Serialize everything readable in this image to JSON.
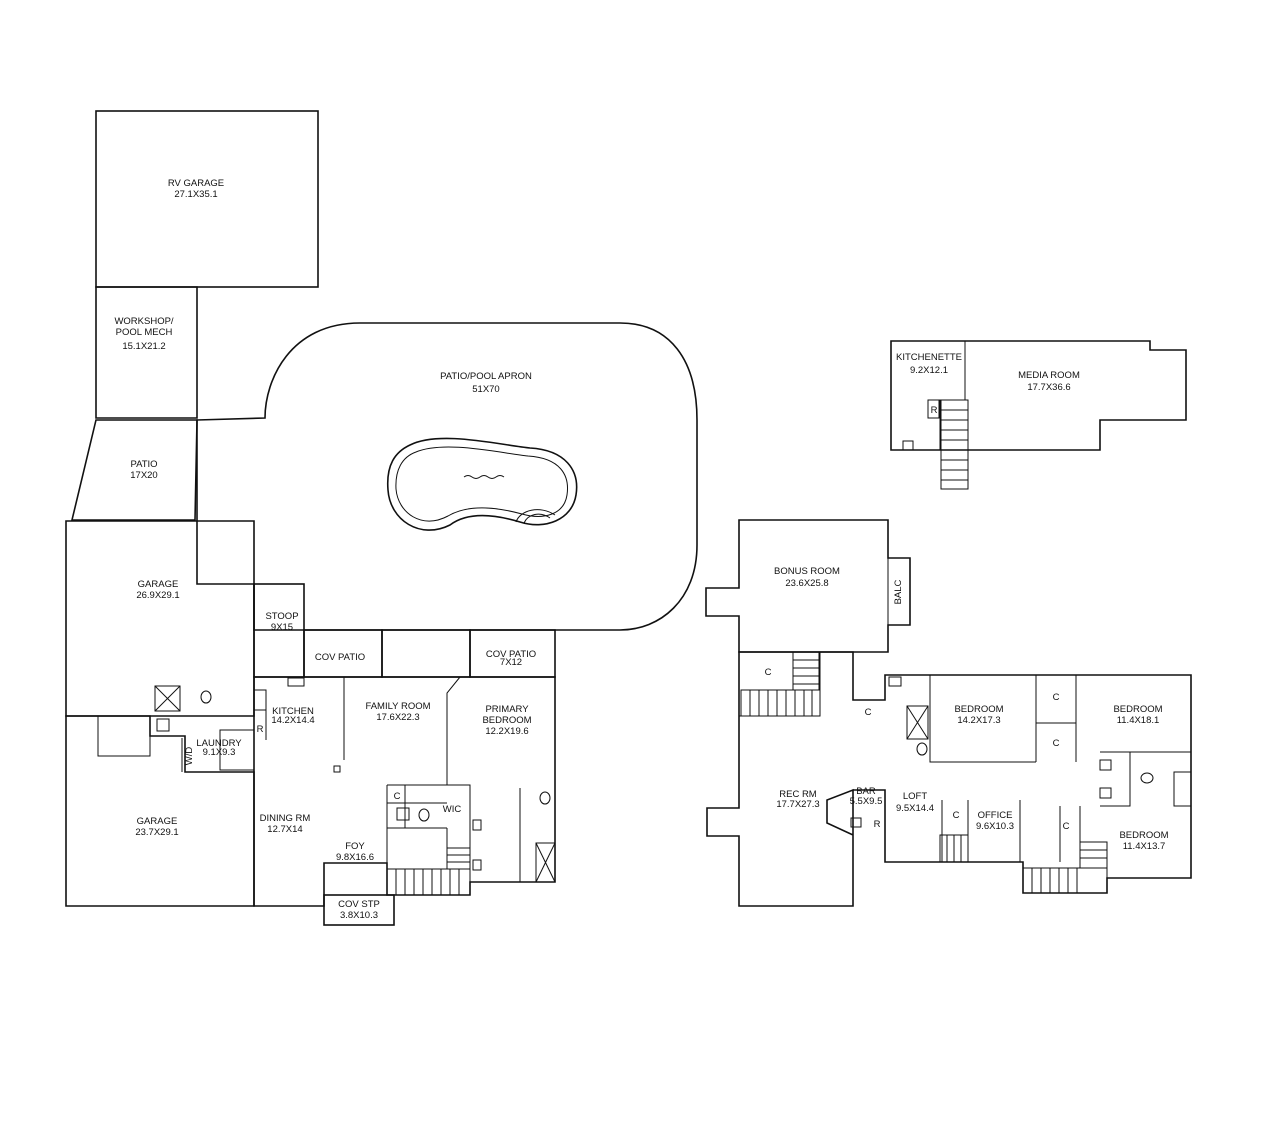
{
  "rooms": {
    "rv_garage": {
      "name": "RV GARAGE",
      "dim": "27.1X35.1"
    },
    "workshop": {
      "name1": "WORKSHOP/",
      "name2": "POOL MECH",
      "dim": "15.1X21.2"
    },
    "patio_left": {
      "name": "PATIO",
      "dim": "17X20"
    },
    "patio_pool": {
      "name": "PATIO/POOL APRON",
      "dim": "51X70"
    },
    "garage_upper": {
      "name": "GARAGE",
      "dim": "26.9X29.1"
    },
    "garage_lower": {
      "name": "GARAGE",
      "dim": "23.7X29.1"
    },
    "stoop": {
      "name": "STOOP",
      "dim": "9X15"
    },
    "cov_patio_a": {
      "name": "COV PATIO"
    },
    "cov_patio_b": {
      "name": "COV PATIO",
      "dim": "7X12"
    },
    "kitchen": {
      "name": "KITCHEN",
      "dim": "14.2X14.4"
    },
    "family_room": {
      "name": "FAMILY ROOM",
      "dim": "17.6X22.3"
    },
    "primary_bedroom": {
      "name1": "PRIMARY",
      "name2": "BEDROOM",
      "dim": "12.2X19.6"
    },
    "laundry": {
      "name": "LAUNDRY",
      "dim": "9.1X9.3"
    },
    "wd": {
      "name": "W/D"
    },
    "dining": {
      "name": "DINING RM",
      "dim": "12.7X14"
    },
    "foyer": {
      "name": "FOY",
      "dim": "9.8X16.6"
    },
    "wic": {
      "name": "WIC"
    },
    "cov_stp": {
      "name": "COV STP",
      "dim": "3.8X10.3"
    },
    "kitchenette": {
      "name": "KITCHENETTE",
      "dim": "9.2X12.1"
    },
    "media_room": {
      "name": "MEDIA ROOM",
      "dim": "17.7X36.6"
    },
    "bonus_room": {
      "name": "BONUS ROOM",
      "dim": "23.6X25.8"
    },
    "balc": {
      "name": "BALC"
    },
    "rec_rm": {
      "name": "REC RM",
      "dim": "17.7X27.3"
    },
    "bar": {
      "name": "BAR",
      "dim": "5.5X9.5"
    },
    "loft": {
      "name": "LOFT",
      "dim": "9.5X14.4"
    },
    "office": {
      "name": "OFFICE",
      "dim": "9.6X10.3"
    },
    "bedroom_a": {
      "name": "BEDROOM",
      "dim": "14.2X17.3"
    },
    "bedroom_b": {
      "name": "BEDROOM",
      "dim": "11.4X18.1"
    },
    "bedroom_c": {
      "name": "BEDROOM",
      "dim": "11.4X13.7"
    }
  },
  "marks": {
    "closet": "C",
    "fridge": "R"
  }
}
